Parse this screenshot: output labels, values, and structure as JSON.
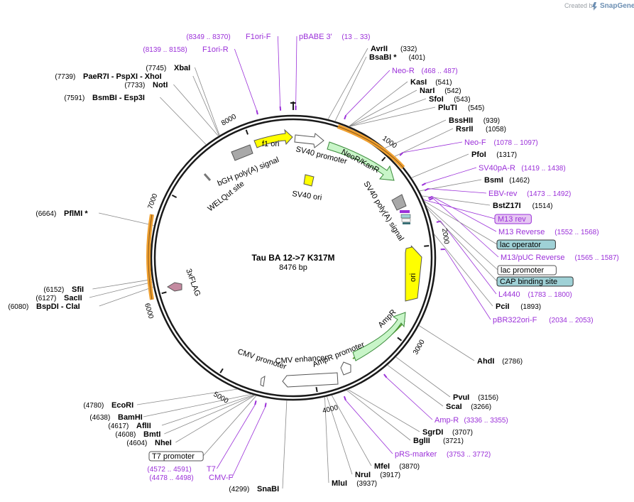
{
  "watermark": {
    "created_by": "Created by",
    "brand": "SnapGene"
  },
  "map": {
    "title": "Tau BA 12->7  K317M",
    "length": "8476 bp"
  },
  "ticks": [
    "1000",
    "2000",
    "3000",
    "4000",
    "5000",
    "6000",
    "7000",
    "8000"
  ],
  "enzymes": [
    {
      "name": "AvrII",
      "pos": "(332)"
    },
    {
      "name": "BsaBI *",
      "pos": "(401)"
    },
    {
      "name": "KasI",
      "pos": "(541)"
    },
    {
      "name": "NarI",
      "pos": "(542)"
    },
    {
      "name": "SfoI",
      "pos": "(543)"
    },
    {
      "name": "PluTI",
      "pos": "(545)"
    },
    {
      "name": "BssHII",
      "pos": "(939)"
    },
    {
      "name": "RsrII",
      "pos": "(1058)"
    },
    {
      "name": "PfoI",
      "pos": "(1317)"
    },
    {
      "name": "BsmI",
      "pos": "(1462)"
    },
    {
      "name": "BstZ17I",
      "pos": "(1514)"
    },
    {
      "name": "PciI",
      "pos": "(1893)"
    },
    {
      "name": "AhdI",
      "pos": "(2786)"
    },
    {
      "name": "PvuI",
      "pos": "(3156)"
    },
    {
      "name": "ScaI",
      "pos": "(3266)"
    },
    {
      "name": "SgrDI",
      "pos": "(3707)"
    },
    {
      "name": "BglII",
      "pos": "(3721)"
    },
    {
      "name": "MfeI",
      "pos": "(3870)"
    },
    {
      "name": "NruI",
      "pos": "(3917)"
    },
    {
      "name": "MluI",
      "pos": "(3937)"
    },
    {
      "name": "SnaBI",
      "pos": "(4299)"
    },
    {
      "name": "NheI",
      "pos": "(4604)"
    },
    {
      "name": "BmtI",
      "pos": "(4608)"
    },
    {
      "name": "AflII",
      "pos": "(4617)"
    },
    {
      "name": "BamHI",
      "pos": "(4638)"
    },
    {
      "name": "EcoRI",
      "pos": "(4780)"
    },
    {
      "name": "BspDI  - ClaI",
      "pos": "(6080)"
    },
    {
      "name": "SacII",
      "pos": "(6127)"
    },
    {
      "name": "SfiI",
      "pos": "(6152)"
    },
    {
      "name": "PflMI *",
      "pos": "(6664)"
    },
    {
      "name": "BsmBI  - Esp3I",
      "pos": "(7591)"
    },
    {
      "name": "NotI",
      "pos": "(7733)"
    },
    {
      "name": "PaeR7I  - PspXI  - XhoI",
      "pos": "(7739)"
    },
    {
      "name": "XbaI",
      "pos": "(7745)"
    }
  ],
  "primers": [
    {
      "name": "F1ori-F",
      "pos": "(8349 .. 8370)"
    },
    {
      "name": "F1ori-R",
      "pos": "(8139 .. 8158)"
    },
    {
      "name": "pBABE 3'",
      "pos": "(13 .. 33)"
    },
    {
      "name": "Neo-R",
      "pos": "(468 .. 487)"
    },
    {
      "name": "Neo-F",
      "pos": "(1078 .. 1097)"
    },
    {
      "name": "SV40pA-R",
      "pos": "(1419 .. 1438)"
    },
    {
      "name": "EBV-rev",
      "pos": "(1473 .. 1492)"
    },
    {
      "name": "M13 Reverse",
      "pos": "(1552 .. 1568)"
    },
    {
      "name": "M13/pUC Reverse",
      "pos": "(1565 .. 1587)"
    },
    {
      "name": "L4440",
      "pos": "(1783 .. 1800)"
    },
    {
      "name": "pBR322ori-F",
      "pos": "(2034 .. 2053)"
    },
    {
      "name": "Amp-R",
      "pos": "(3336 .. 3355)"
    },
    {
      "name": "pRS-marker",
      "pos": "(3753 .. 3772)"
    },
    {
      "name": "T7",
      "pos": "(4572 .. 4591)"
    },
    {
      "name": "CMV-F",
      "pos": "(4478 .. 4498)"
    }
  ],
  "boxed_features": [
    {
      "name": "M13 rev",
      "fill": "#e6c8f2",
      "stroke": "#9b30d9"
    },
    {
      "name": "lac operator",
      "fill": "#9fd1d6",
      "stroke": "#333333"
    },
    {
      "name": "lac promoter",
      "fill": "#ffffff",
      "stroke": "#555555"
    },
    {
      "name": "CAP binding site",
      "fill": "#9fd1d6",
      "stroke": "#333333"
    },
    {
      "name": "T7 promoter",
      "fill": "#ffffff",
      "stroke": "#555555"
    }
  ],
  "features": [
    {
      "name": "f1 ori",
      "fill": "#ffff00"
    },
    {
      "name": "SV40 promoter",
      "fill": "#ffffff"
    },
    {
      "name": "NeoR/KanR",
      "fill": "#c8f5c8"
    },
    {
      "name": "SV40 ori",
      "fill": "#ffff00"
    },
    {
      "name": "SV40 poly(A) signal",
      "fill": "#a8a8a8"
    },
    {
      "name": "bGH poly(A) signal",
      "fill": "#a8a8a8"
    },
    {
      "name": "WELQut site",
      "fill": "#ffffff"
    },
    {
      "name": "ori",
      "fill": "#ffff00"
    },
    {
      "name": "AmpR",
      "fill": "#c8f5c8"
    },
    {
      "name": "AmpR promoter",
      "fill": "#ffffff"
    },
    {
      "name": "CMV enhancer",
      "fill": "#ffffff"
    },
    {
      "name": "CMV promoter",
      "fill": "#ffffff"
    },
    {
      "name": "3xFLAG",
      "fill": "#c48aa0"
    }
  ],
  "colors": {
    "primer": "#9b30d9",
    "orf": "#f0a030",
    "orf_green": "#5aa02c",
    "backbone": "#1a1a1a"
  }
}
